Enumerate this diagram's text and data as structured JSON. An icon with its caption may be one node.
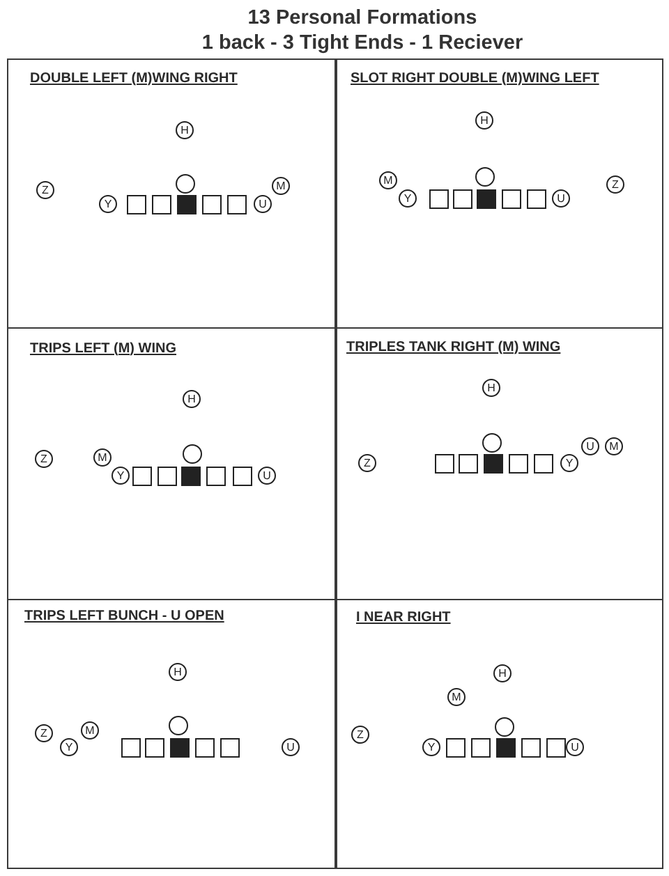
{
  "diagram": {
    "title": "13 Personal Formations",
    "labels": [
      "1 back - 3 Tight Ends - 1 Reciever"
    ],
    "nodes": [
      {
        "text": [
          "DOUBLE LEFT (M)WING RIGHT"
        ]
      },
      {
        "text": [
          "H"
        ],
        "in": 0
      },
      {
        "text": [
          "Z"
        ],
        "in": 0
      },
      {
        "text": [],
        "shape": "circle",
        "in": 0
      },
      {
        "text": [
          "M"
        ],
        "in": 0
      },
      {
        "text": [
          "Y"
        ],
        "in": 0
      },
      {
        "text": [],
        "shape": "box",
        "in": 0
      },
      {
        "text": [],
        "shape": "box",
        "in": 0
      },
      {
        "text": [],
        "shape": "box",
        "in": 0
      },
      {
        "text": [],
        "shape": "box",
        "in": 0
      },
      {
        "text": [],
        "shape": "box",
        "in": 0
      },
      {
        "text": [
          "U"
        ],
        "in": 0
      },
      {
        "text": [
          "SLOT RIGHT DOUBLE (M)WING LEFT"
        ]
      },
      {
        "text": [
          "H"
        ],
        "in": 12
      },
      {
        "text": [
          "M"
        ],
        "in": 12
      },
      {
        "text": [],
        "shape": "circle",
        "in": 12
      },
      {
        "text": [
          "Z"
        ],
        "in": 12
      },
      {
        "text": [
          "Y"
        ],
        "in": 12
      },
      {
        "text": [],
        "shape": "box",
        "in": 12
      },
      {
        "text": [],
        "shape": "box",
        "in": 12
      },
      {
        "text": [],
        "shape": "box",
        "in": 12
      },
      {
        "text": [],
        "shape": "box",
        "in": 12
      },
      {
        "text": [],
        "shape": "box",
        "in": 12
      },
      {
        "text": [
          "U"
        ],
        "in": 12
      },
      {
        "text": [
          "TRIPS LEFT (M) WING"
        ]
      },
      {
        "text": [
          "H"
        ],
        "in": 24
      },
      {
        "text": [
          "Z"
        ],
        "in": 24
      },
      {
        "text": [
          "M"
        ],
        "in": 24
      },
      {
        "text": [],
        "shape": "circle",
        "in": 24
      },
      {
        "text": [
          "Y"
        ],
        "in": 24
      },
      {
        "text": [],
        "shape": "box",
        "in": 24
      },
      {
        "text": [],
        "shape": "box",
        "in": 24
      },
      {
        "text": [],
        "shape": "box",
        "in": 24
      },
      {
        "text": [],
        "shape": "box",
        "in": 24
      },
      {
        "text": [],
        "shape": "box",
        "in": 24
      },
      {
        "text": [
          "U"
        ],
        "in": 24
      },
      {
        "text": [
          "TRIPLES TANK RIGHT (M) WING"
        ]
      },
      {
        "text": [
          "H"
        ],
        "in": 36
      },
      {
        "text": [],
        "shape": "circle",
        "in": 36
      },
      {
        "text": [
          "U"
        ],
        "in": 36
      },
      {
        "text": [
          "M"
        ],
        "in": 36
      },
      {
        "text": [
          "Z"
        ],
        "in": 36
      },
      {
        "text": [],
        "shape": "box",
        "in": 36
      },
      {
        "text": [],
        "shape": "box",
        "in": 36
      },
      {
        "text": [],
        "shape": "box",
        "in": 36
      },
      {
        "text": [],
        "shape": "box",
        "in": 36
      },
      {
        "text": [],
        "shape": "box",
        "in": 36
      },
      {
        "text": [
          "Y"
        ],
        "in": 36
      },
      {
        "text": [
          "TRIPS LEFT BUNCH - U OPEN"
        ]
      },
      {
        "text": [
          "H"
        ],
        "in": 48
      },
      {
        "text": [
          "Z"
        ],
        "in": 48
      },
      {
        "text": [
          "M"
        ],
        "in": 48
      },
      {
        "text": [],
        "shape": "circle",
        "in": 48
      },
      {
        "text": [
          "Y"
        ],
        "in": 48
      },
      {
        "text": [],
        "shape": "box",
        "in": 48
      },
      {
        "text": [],
        "shape": "box",
        "in": 48
      },
      {
        "text": [],
        "shape": "box",
        "in": 48
      },
      {
        "text": [],
        "shape": "box",
        "in": 48
      },
      {
        "text": [],
        "shape": "box",
        "in": 48
      },
      {
        "text": [
          "U"
        ],
        "in": 48
      },
      {
        "text": [
          "I NEAR RIGHT"
        ]
      },
      {
        "text": [
          "H"
        ],
        "in": 60
      },
      {
        "text": [
          "M"
        ],
        "in": 60
      },
      {
        "text": [
          "Z"
        ],
        "in": 60
      },
      {
        "text": [],
        "shape": "circle",
        "in": 60
      },
      {
        "text": [
          "Y"
        ],
        "in": 60
      },
      {
        "text": [],
        "shape": "box",
        "in": 60
      },
      {
        "text": [],
        "shape": "box",
        "in": 60
      },
      {
        "text": [],
        "shape": "box",
        "in": 60
      },
      {
        "text": [],
        "shape": "box",
        "in": 60
      },
      {
        "text": [],
        "shape": "box",
        "in": 60
      },
      {
        "text": [
          "U"
        ],
        "in": 60
      }
    ]
  }
}
